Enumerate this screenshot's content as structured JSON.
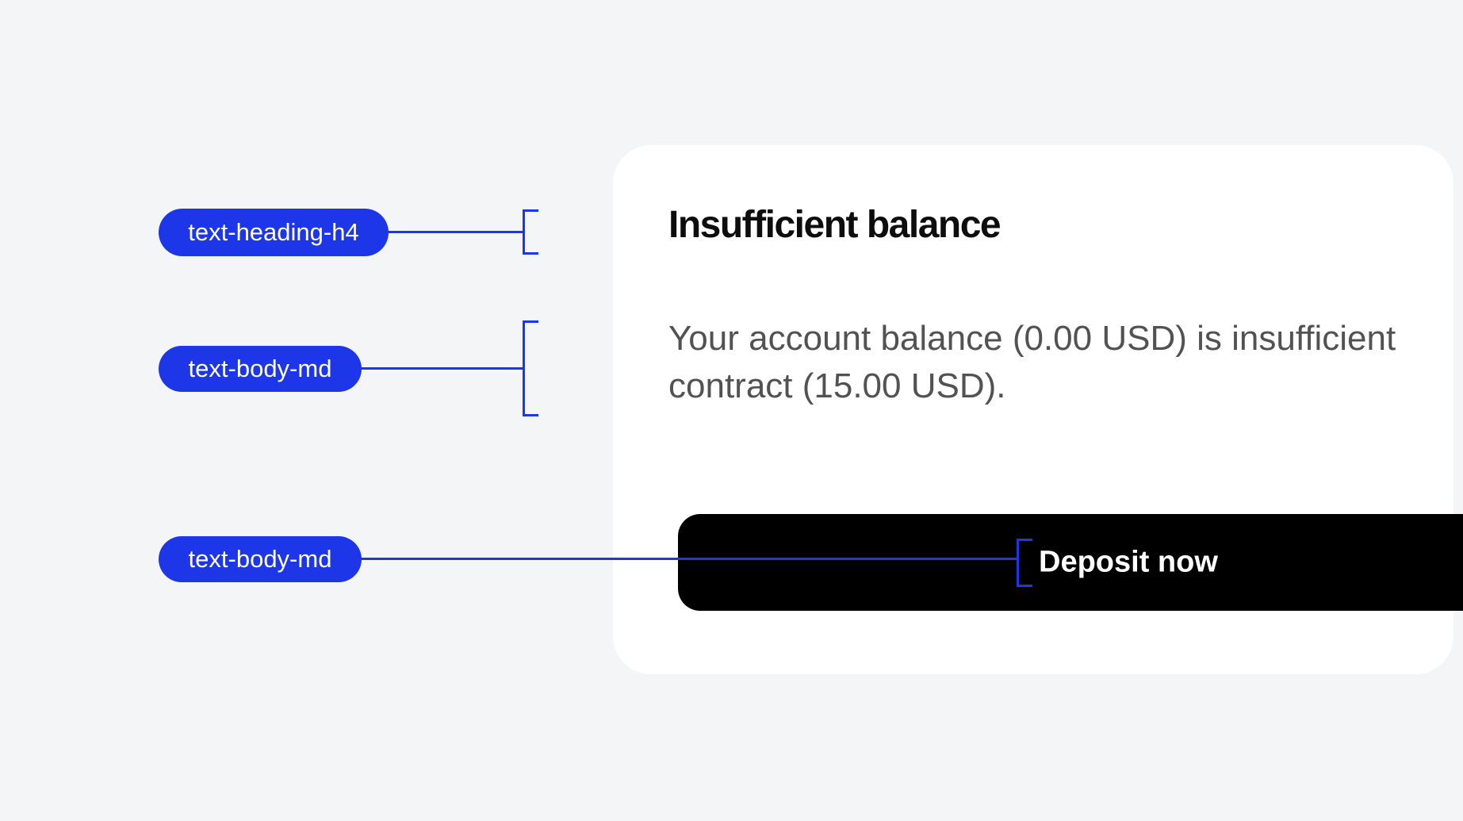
{
  "colors": {
    "annotation_blue": "#1d36e8",
    "page_bg": "#f4f5f7",
    "card_bg": "#ffffff",
    "button_bg": "#000000",
    "heading_color": "#0d0d0d",
    "body_color": "#525252",
    "pill_text": "#ffffff",
    "button_text": "#ffffff"
  },
  "annotations": {
    "pills": [
      {
        "label": "text-heading-h4",
        "target": "dialog-title"
      },
      {
        "label": "text-body-md",
        "target": "dialog-body"
      },
      {
        "label": "text-body-md",
        "target": "deposit-button-label"
      }
    ]
  },
  "dialog": {
    "title": "Insufficient balance",
    "body_line1": "Your account balance (0.00 USD) is insufficient",
    "body_line2": "contract (15.00 USD).",
    "button_label": "Deposit now"
  }
}
